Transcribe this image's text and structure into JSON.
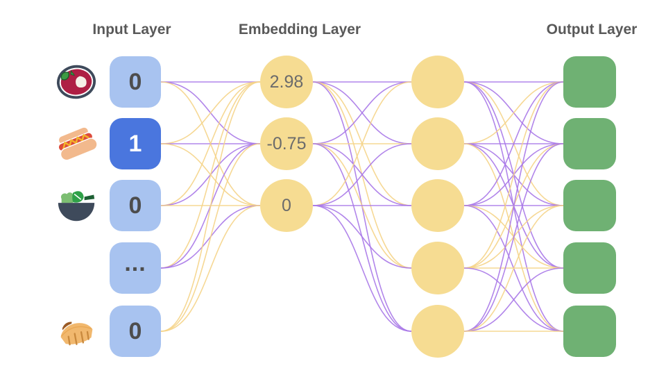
{
  "headers": {
    "input": "Input Layer",
    "embedding": "Embedding Layer",
    "output": "Output Layer"
  },
  "palette": {
    "purple_edge": "#A878E8",
    "yellow_edge": "#F5D488",
    "input_inactive_bg": "#A8C3F0",
    "input_active_bg": "#4A76DE",
    "embedding_node_bg": "#F6DC92",
    "output_node_bg": "#6FB173",
    "header_text": "#595959",
    "value_text": "#4D4D4D",
    "active_value_text": "#FFFFFF"
  },
  "input_layer": {
    "nodes": [
      {
        "value": "0",
        "active": false,
        "icon": "borscht-bowl-icon"
      },
      {
        "value": "1",
        "active": true,
        "icon": "hot-dog-icon"
      },
      {
        "value": "0",
        "active": false,
        "icon": "salad-bowl-icon"
      },
      {
        "value": "...",
        "active": false,
        "icon": ""
      },
      {
        "value": "0",
        "active": false,
        "icon": "stuffed-flatbread-icon"
      }
    ]
  },
  "embedding_layer": {
    "nodes": [
      {
        "value": "2.98"
      },
      {
        "value": "-0.75"
      },
      {
        "value": "0"
      }
    ]
  },
  "hidden_layer": {
    "node_count": 5
  },
  "output_layer": {
    "node_count": 5
  },
  "edges": {
    "input_to_embedding": [
      [
        "purple",
        "purple",
        "yellow"
      ],
      [
        "yellow",
        "purple",
        "yellow"
      ],
      [
        "yellow",
        "purple",
        "yellow"
      ],
      [
        "yellow",
        "purple",
        "purple"
      ],
      [
        "yellow",
        "yellow",
        "yellow"
      ]
    ],
    "embedding_to_hidden": [
      [
        "purple",
        "purple",
        "yellow",
        "yellow",
        "purple"
      ],
      [
        "purple",
        "yellow",
        "purple",
        "yellow",
        "purple"
      ],
      [
        "yellow",
        "purple",
        "purple",
        "purple",
        "purple"
      ]
    ],
    "hidden_to_output": [
      [
        "purple",
        "purple",
        "yellow",
        "purple",
        "purple"
      ],
      [
        "yellow",
        "purple",
        "purple",
        "purple",
        "yellow"
      ],
      [
        "purple",
        "purple",
        "purple",
        "yellow",
        "purple"
      ],
      [
        "yellow",
        "yellow",
        "yellow",
        "yellow",
        "purple"
      ],
      [
        "purple",
        "purple",
        "yellow",
        "purple",
        "yellow"
      ]
    ]
  }
}
